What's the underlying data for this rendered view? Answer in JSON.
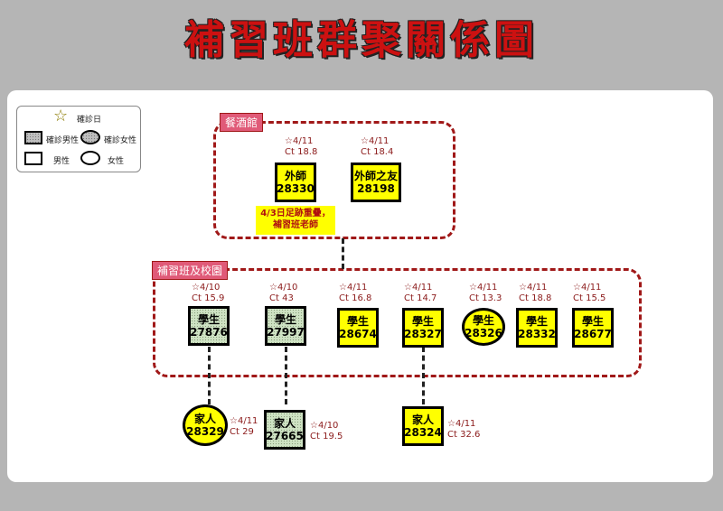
{
  "title": "補習班群聚關係圖",
  "legend": {
    "confirmed_date": "確診日",
    "confirmed_male": "確診男性",
    "confirmed_female": "確診女性",
    "male": "男性",
    "female": "女性"
  },
  "groups": {
    "bar": "餐酒館",
    "school": "補習班及校園"
  },
  "note": [
    "4/3日足跡重疊，",
    "補習班老師"
  ],
  "nodes": [
    {
      "id": "n28330",
      "role": "外師",
      "case": "28330",
      "date": "☆4/11",
      "ct": "Ct 18.8",
      "shape": "square",
      "fill": "yellow"
    },
    {
      "id": "n28198",
      "role": "外師之友",
      "case": "28198",
      "date": "☆4/11",
      "ct": "Ct 18.4",
      "shape": "square",
      "fill": "yellow"
    },
    {
      "id": "n27876",
      "role": "學生",
      "case": "27876",
      "date": "☆4/10",
      "ct": "Ct 15.9",
      "shape": "square",
      "fill": "green"
    },
    {
      "id": "n27997",
      "role": "學生",
      "case": "27997",
      "date": "☆4/10",
      "ct": "Ct 43",
      "shape": "square",
      "fill": "green"
    },
    {
      "id": "n28674",
      "role": "學生",
      "case": "28674",
      "date": "☆4/11",
      "ct": "Ct 16.8",
      "shape": "square",
      "fill": "yellow"
    },
    {
      "id": "n28327",
      "role": "學生",
      "case": "28327",
      "date": "☆4/11",
      "ct": "Ct 14.7",
      "shape": "square",
      "fill": "yellow"
    },
    {
      "id": "n28326",
      "role": "學生",
      "case": "28326",
      "date": "☆4/11",
      "ct": "Ct 13.3",
      "shape": "circle",
      "fill": "yellow"
    },
    {
      "id": "n28332",
      "role": "學生",
      "case": "28332",
      "date": "☆4/11",
      "ct": "Ct 18.8",
      "shape": "square",
      "fill": "yellow"
    },
    {
      "id": "n28677",
      "role": "學生",
      "case": "28677",
      "date": "☆4/11",
      "ct": "Ct 15.5",
      "shape": "square",
      "fill": "yellow"
    },
    {
      "id": "n28329",
      "role": "家人",
      "case": "28329",
      "date": "☆4/11",
      "ct": "Ct 29",
      "shape": "circle",
      "fill": "yellow"
    },
    {
      "id": "n27665",
      "role": "家人",
      "case": "27665",
      "date": "☆4/10",
      "ct": "Ct 19.5",
      "shape": "square",
      "fill": "green"
    },
    {
      "id": "n28324",
      "role": "家人",
      "case": "28324",
      "date": "☆4/11",
      "ct": "Ct 32.6",
      "shape": "square",
      "fill": "yellow"
    }
  ]
}
